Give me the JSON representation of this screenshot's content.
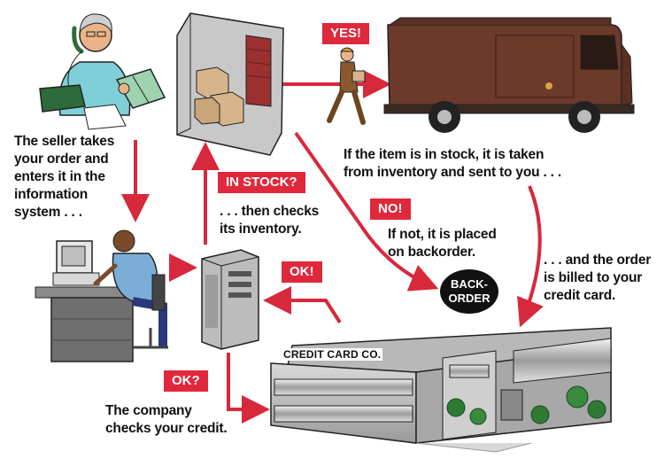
{
  "tags": {
    "yes": "YES!",
    "in_stock": "IN STOCK?",
    "no": "NO!",
    "ok": "OK!",
    "ok_question": "OK?"
  },
  "captions": {
    "seller": "The seller takes\nyour order and\nenters it in the\ninformation\nsystem . . .",
    "inventory": ". . . then checks\nits inventory.",
    "in_stock": "If the item is in stock, it is taken\nfrom inventory and sent to you . . .",
    "backorder": "If not, it is placed\non backorder.",
    "billed": ". . . and the order\nis billed to your\ncredit card.",
    "credit": "The company\nchecks your credit."
  },
  "backorder_badge": "BACK-\nORDER",
  "building_sign": "CREDIT CARD CO.",
  "colors": {
    "arrow": "#d8283c",
    "tag": "#e0283c",
    "van": "#6b3a2a",
    "skin": "#e9b487"
  },
  "icons": [
    "seller-phone-icon",
    "warehouse-icon",
    "delivery-worker-icon",
    "delivery-van-icon",
    "computer-operator-icon",
    "server-icon",
    "credit-card-building-icon"
  ]
}
